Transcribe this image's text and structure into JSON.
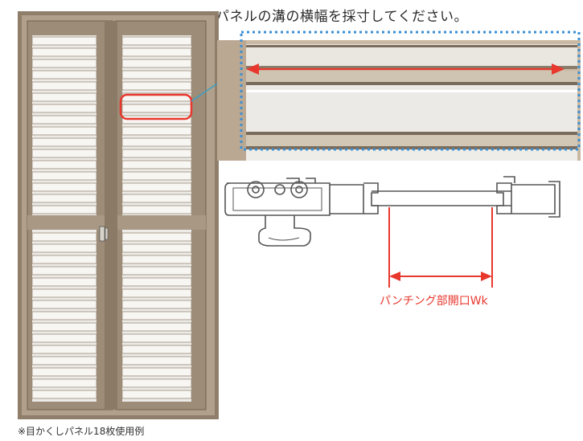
{
  "title": "パネルの溝の横幅を採寸してください。",
  "caption": "※目かくしパネル18枚使用例",
  "opening_label": "パンチング部開口Wk",
  "colors": {
    "frame": "#9a8a76",
    "frame_dark": "#6f6252",
    "slat": "#f4f4f2",
    "red": "#e8382e",
    "dotted_blue": "#3b8fd4",
    "profile_stroke": "#555555"
  }
}
